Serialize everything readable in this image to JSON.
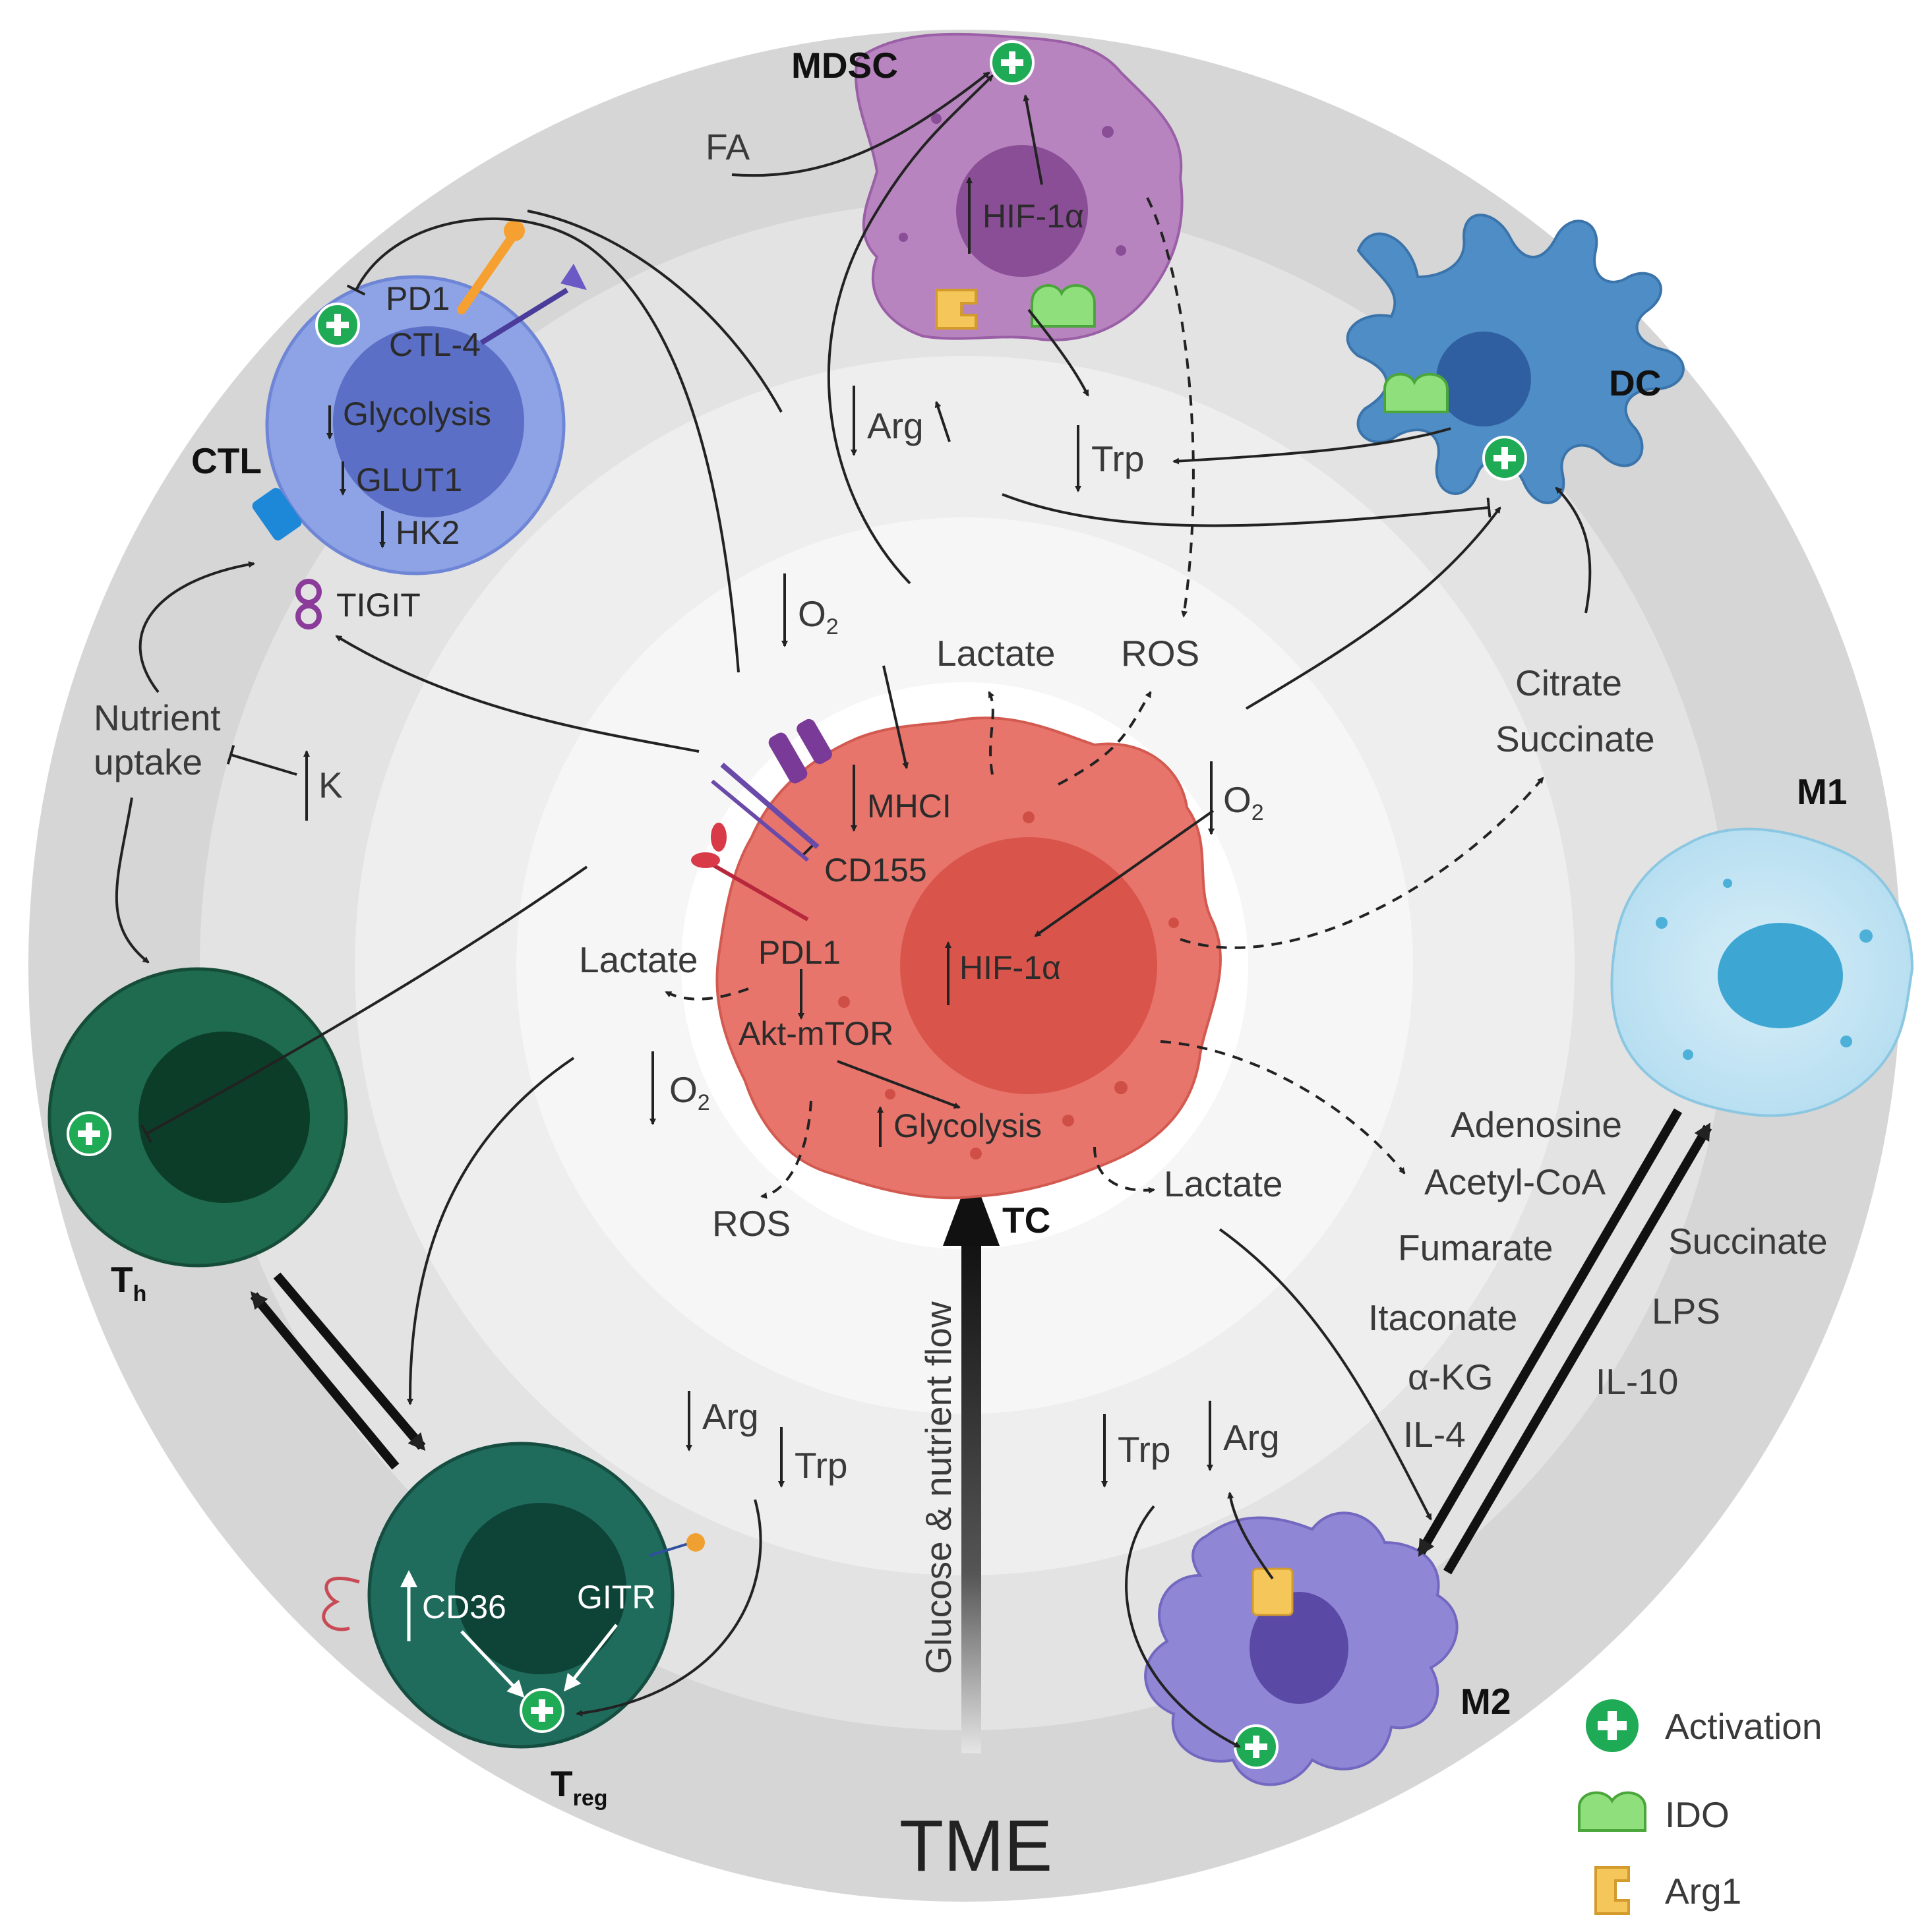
{
  "title": "TME",
  "cells": {
    "mdsc": "MDSC",
    "dc": "DC",
    "ctl": "CTL",
    "m1": "M1",
    "m2": "M2",
    "tc": "TC",
    "th": "T",
    "th_sub": "h",
    "treg": "T",
    "treg_sub": "reg"
  },
  "labels": {
    "fa": "FA",
    "hif_mdsc": "HIF-1α",
    "arg_top": "Arg",
    "trp_top": "Trp",
    "pd1": "PD1",
    "ctl4": "CTL-4",
    "glycolysis_ctl": "Glycolysis",
    "glut1": "GLUT1",
    "hk2": "HK2",
    "tigit": "TIGIT",
    "nutrient_uptake_1": "Nutrient",
    "nutrient_uptake_2": "uptake",
    "k": "K",
    "o2_a": "O",
    "o2_b": "O",
    "o2_c": "O",
    "o2_sub": "2",
    "lactate_top": "Lactate",
    "ros_top": "ROS",
    "citrate": "Citrate",
    "succinate_top": "Succinate",
    "mhci": "MHCI",
    "cd155": "CD155",
    "pdl1": "PDL1",
    "hif_tc": "HIF-1α",
    "lactate_left": "Lactate",
    "akt": "Akt-mTOR",
    "glycolysis_tc": "Glycolysis",
    "ros_bottom": "ROS",
    "lactate_right": "Lactate",
    "adenosine": "Adenosine",
    "acetyl": "Acetyl-CoA",
    "fumarate": "Fumarate",
    "itaconate": "Itaconate",
    "akg": "α-KG",
    "il4": "IL-4",
    "succinate_m": "Succinate",
    "lps": "LPS",
    "il10": "IL-10",
    "arg_bottom": "Arg",
    "trp_bottom": "Trp",
    "trp_m2": "Trp",
    "arg_m2": "Arg",
    "cd36": "CD36",
    "gitr": "GITR",
    "flow": "Glucose & nutrient flow"
  },
  "legend": {
    "activation": "Activation",
    "ido": "IDO",
    "arg1": "Arg1"
  },
  "colors": {
    "ring_outer": "#d6d6d6",
    "ring_mid": "#e4e4e4",
    "ring_inner": "#f1f1f1",
    "core": "#ffffff",
    "tumor": "#e8756b",
    "tumor_nucleus": "#d9554b",
    "mdsc": "#b784bf",
    "dc": "#4f8dc6",
    "ctl": "#8ea3e6",
    "m1": "#bfe3f2",
    "m2": "#8f86d6",
    "th": "#1f6b4f",
    "treg": "#1f6b5c",
    "activation": "#1faa55",
    "ido": "#8fe07d",
    "arg1": "#f5c75a"
  }
}
